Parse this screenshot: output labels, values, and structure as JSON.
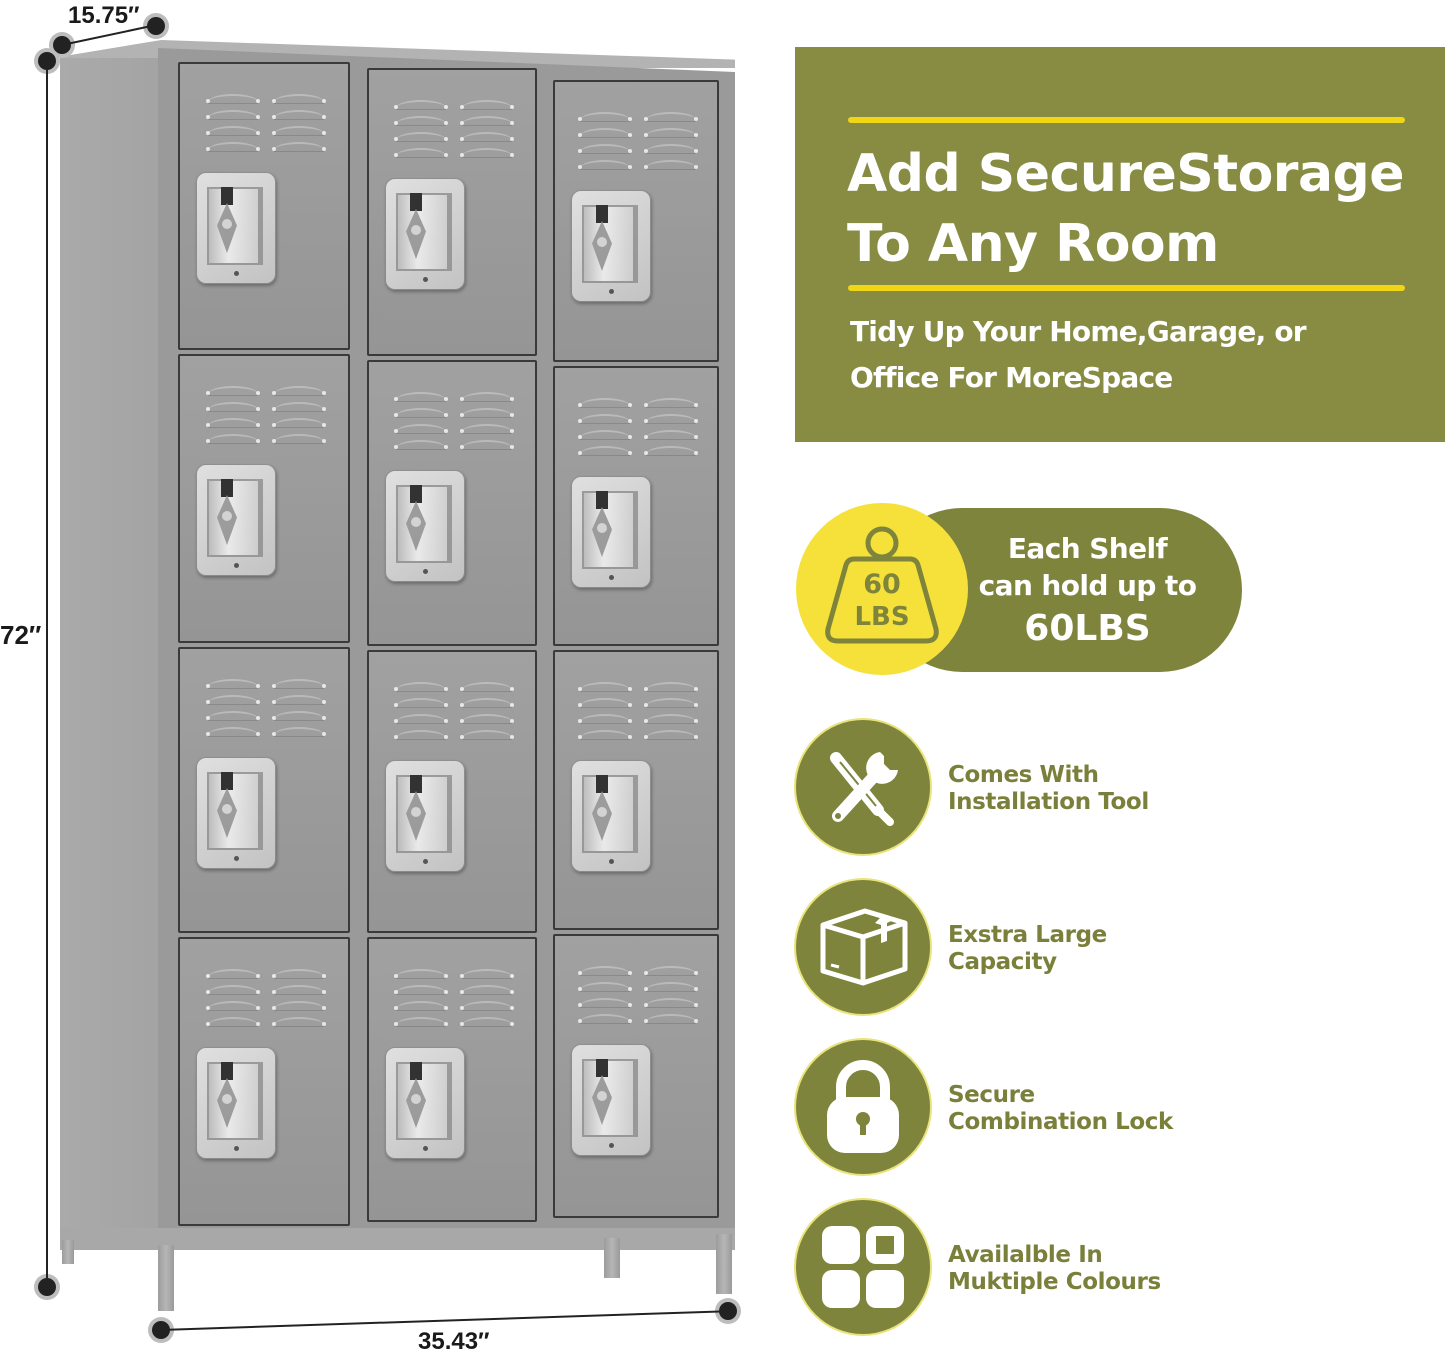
{
  "dimensions": {
    "depth": "15.75″",
    "height": "72″",
    "width": "35.43″"
  },
  "product": {
    "type": "3-column, 4-tier metal storage locker",
    "columns": 3,
    "tiers": 4,
    "color": "#9b9b9b"
  },
  "headline_panel": {
    "title_line1": "Add SecureStorage",
    "title_line2": "To Any Room",
    "subtitle_line1": "Tidy Up Your Home,Garage, or",
    "subtitle_line2": "Office For MoreSpace",
    "bg_color": "#878c42",
    "accent_color": "#f0d615"
  },
  "weight_badge": {
    "icon": "weight-icon",
    "icon_line1": "60",
    "icon_line2": "LBS",
    "line1": "Each Shelf",
    "line2": "can hold up to",
    "line3": "60LBS",
    "circle_color": "#f5e13a",
    "pill_color": "#7f843c"
  },
  "features": [
    {
      "icon": "tools-icon",
      "line1": "Comes With",
      "line2": "Installation Tool"
    },
    {
      "icon": "box-icon",
      "line1": "Exstra Large",
      "line2": "Capacity"
    },
    {
      "icon": "padlock-icon",
      "line1": "Secure",
      "line2": "Combination Lock"
    },
    {
      "icon": "color-grid-icon",
      "line1": "Availalble In",
      "line2": "Muktiple Colours"
    }
  ],
  "colors": {
    "olive": "#7f843c",
    "olive_text": "#7a7f3a",
    "yellow": "#f5e13a"
  }
}
